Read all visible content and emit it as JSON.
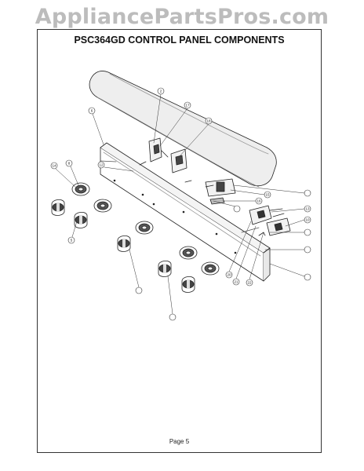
{
  "watermark": "AppliancePartsPros.com",
  "title": "PSC364GD CONTROL PANEL COMPONENTS",
  "page_label": "Page 5",
  "callouts": [
    {
      "id": "c-2",
      "text": "2"
    },
    {
      "id": "c-17",
      "text": "17"
    },
    {
      "id": "c-18",
      "text": "18"
    },
    {
      "id": "c-6",
      "text": "6"
    },
    {
      "id": "c-12",
      "text": "12"
    },
    {
      "id": "c-14",
      "text": "14"
    },
    {
      "id": "c-8",
      "text": "8"
    },
    {
      "id": "c-5",
      "text": "5"
    },
    {
      "id": "c-15",
      "text": "15"
    },
    {
      "id": "c-16",
      "text": "16"
    },
    {
      "id": "c-13",
      "text": "13"
    },
    {
      "id": "c-10",
      "text": "10"
    },
    {
      "id": "c-20",
      "text": "20"
    },
    {
      "id": "c-21",
      "text": "21"
    },
    {
      "id": "c-22",
      "text": "22"
    }
  ]
}
